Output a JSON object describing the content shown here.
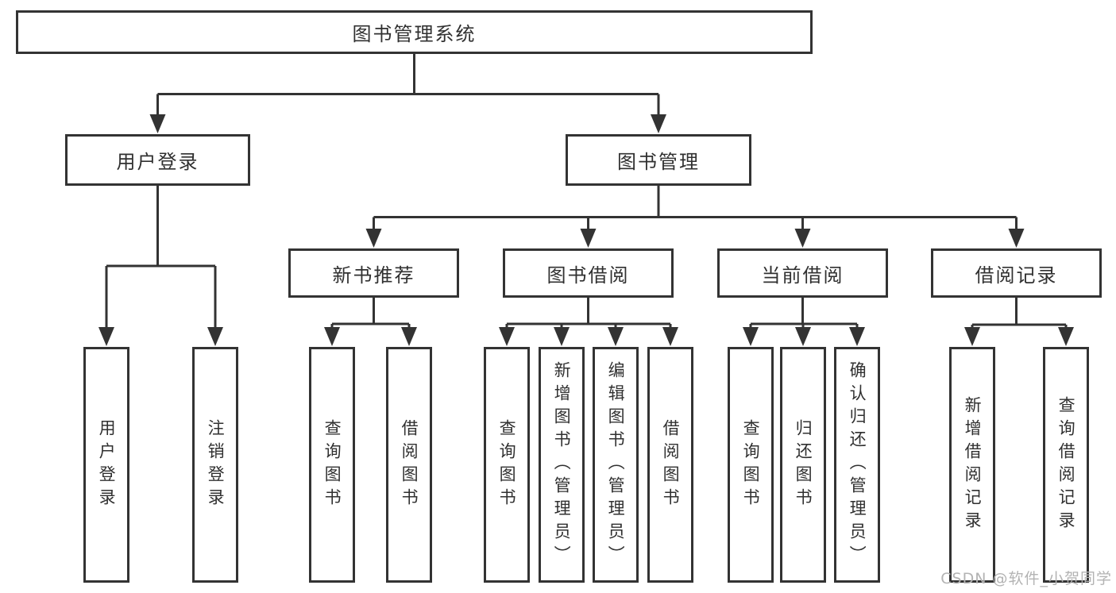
{
  "diagram": {
    "root": {
      "label": "图书管理系统"
    },
    "branches": [
      {
        "label": "用户登录",
        "children": [
          {
            "label": "用户登录"
          },
          {
            "label": "注销登录"
          }
        ]
      },
      {
        "label": "图书管理",
        "children": [
          {
            "label": "新书推荐",
            "children": [
              {
                "label": "查询图书"
              },
              {
                "label": "借阅图书"
              }
            ]
          },
          {
            "label": "图书借阅",
            "children": [
              {
                "label": "查询图书"
              },
              {
                "label": "新增图书（管理员）"
              },
              {
                "label": "编辑图书（管理员）"
              },
              {
                "label": "借阅图书"
              }
            ]
          },
          {
            "label": "当前借阅",
            "children": [
              {
                "label": "查询图书"
              },
              {
                "label": "归还图书"
              },
              {
                "label": "确认归还（管理员）"
              }
            ]
          },
          {
            "label": "借阅记录",
            "children": [
              {
                "label": "新增借阅记录"
              },
              {
                "label": "查询借阅记录"
              }
            ]
          }
        ]
      }
    ]
  },
  "watermark": {
    "text": "CSDN @软件_小贺同学"
  },
  "colors": {
    "line": "#333333",
    "border": "#333333",
    "text": "#303030",
    "background": "#ffffff",
    "watermark": "#b3b3b3"
  }
}
